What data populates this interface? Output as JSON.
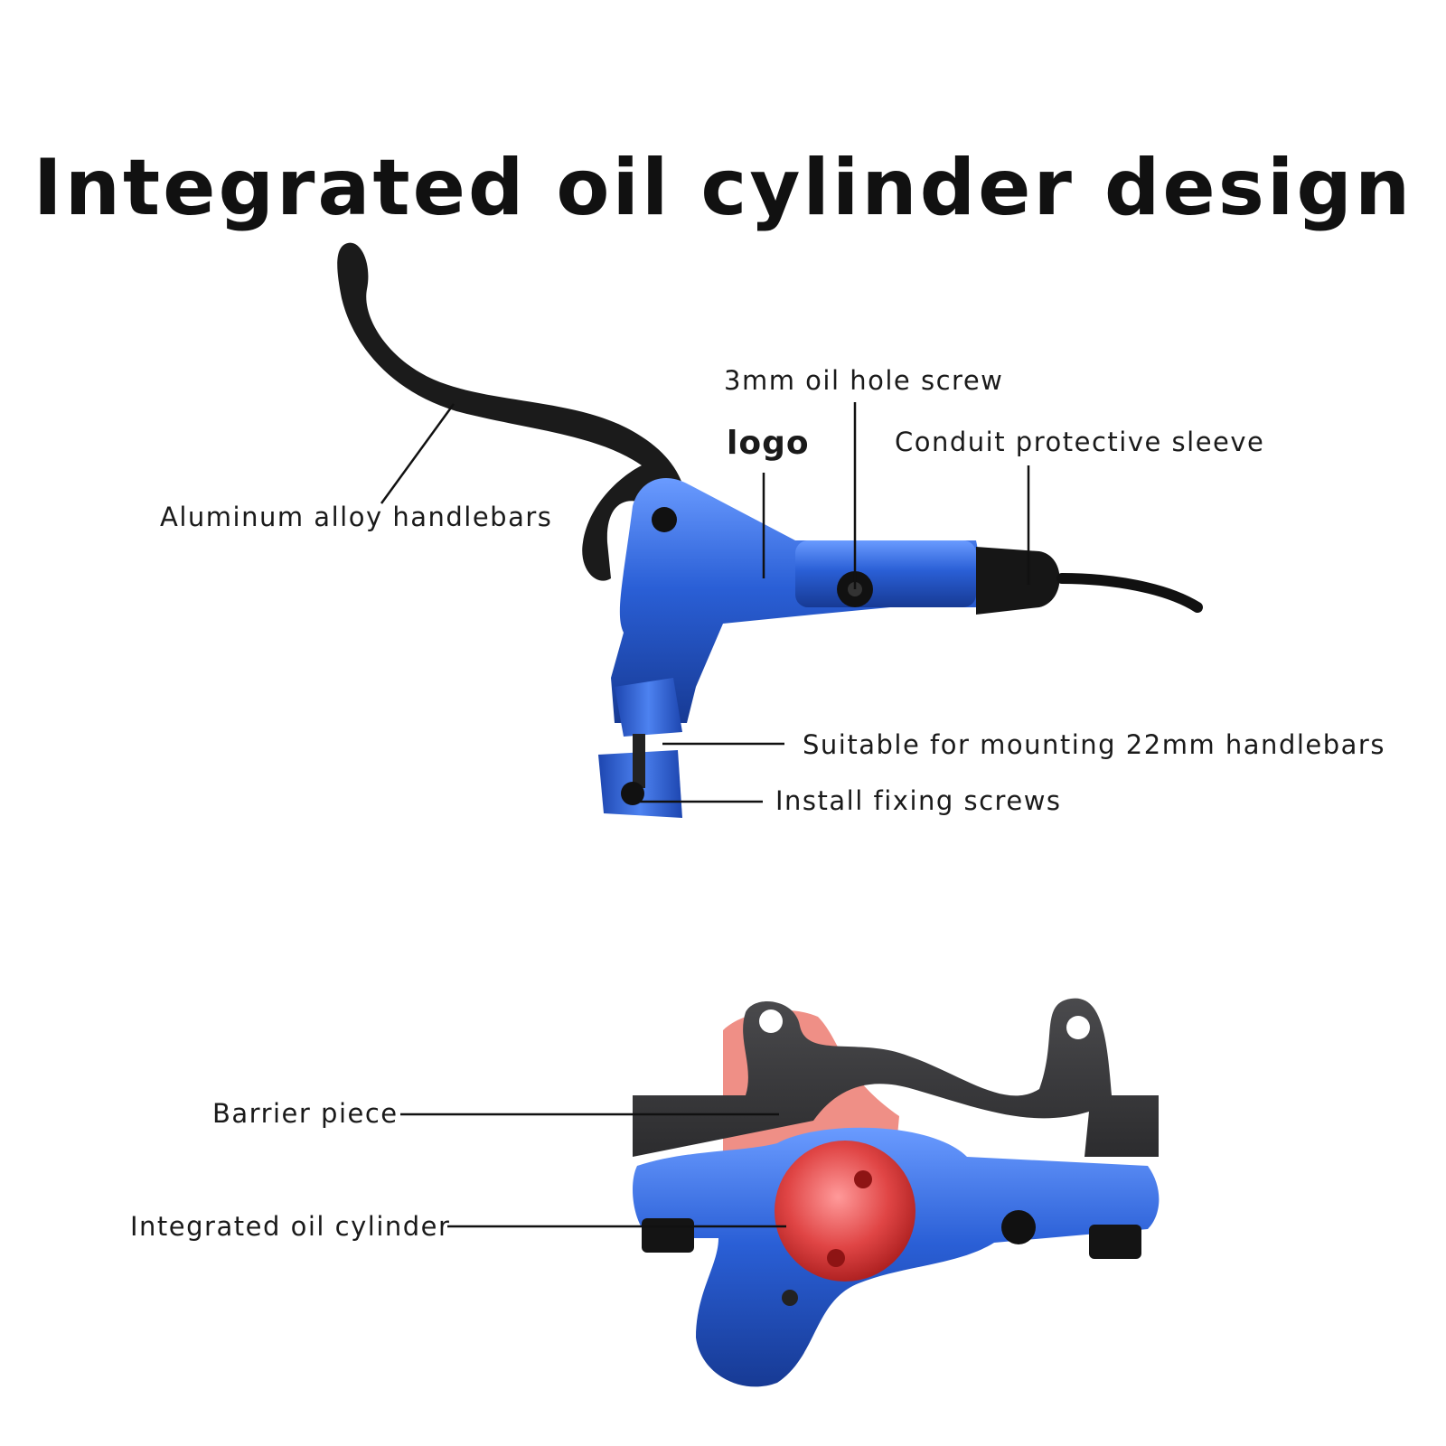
{
  "title": "Integrated oil cylinder design",
  "labels": {
    "hole_screw": "3mm oil hole screw",
    "logo": "logo",
    "sleeve": "Conduit protective sleeve",
    "handlebars": "Aluminum alloy handlebars",
    "mounting": "Suitable for mounting 22mm handlebars",
    "fixing": "Install fixing screws",
    "barrier": "Barrier piece",
    "cylinder": "Integrated oil cylinder"
  },
  "colors": {
    "body_blue": "#2a5fd6",
    "lever_black": "#1b1b1b",
    "bracket_gray": "#3a3a3c",
    "piston_red": "#d83a3a",
    "pad_pink": "#ef8f86"
  }
}
